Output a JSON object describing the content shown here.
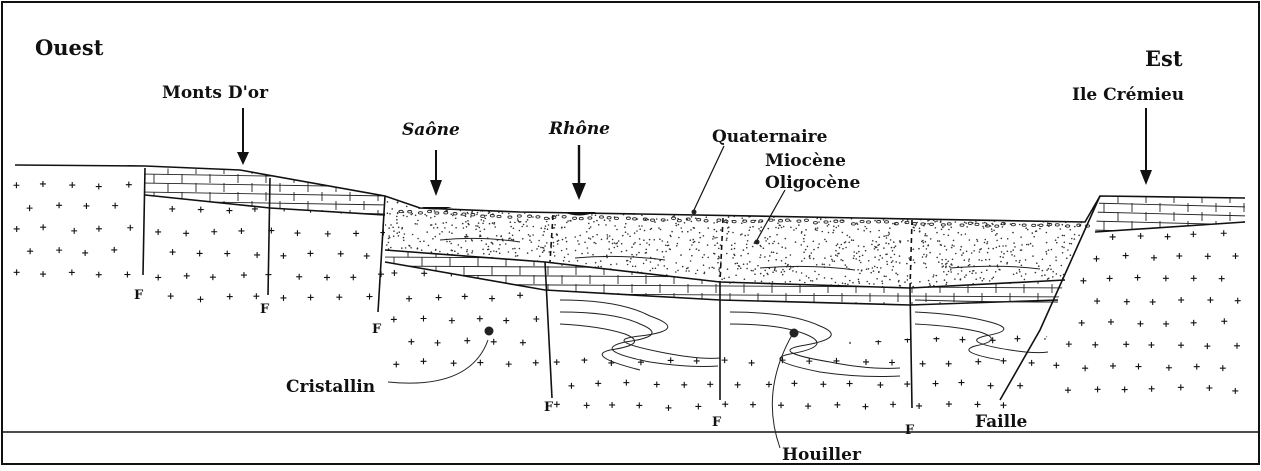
{
  "directions": {
    "west": "Ouest",
    "east": "Est"
  },
  "locations": {
    "monts": "Monts D'or",
    "ile": "Ile Crémieu",
    "saone": "Saône",
    "rhone": "Rhône"
  },
  "layers": {
    "quaternaire": "Quaternaire",
    "miocene": "Miocène",
    "oligocene": "Oligocène",
    "cristallin": "Cristallin",
    "houiller": "Houiller"
  },
  "faults": {
    "marker": "F",
    "faille": "Faille"
  }
}
